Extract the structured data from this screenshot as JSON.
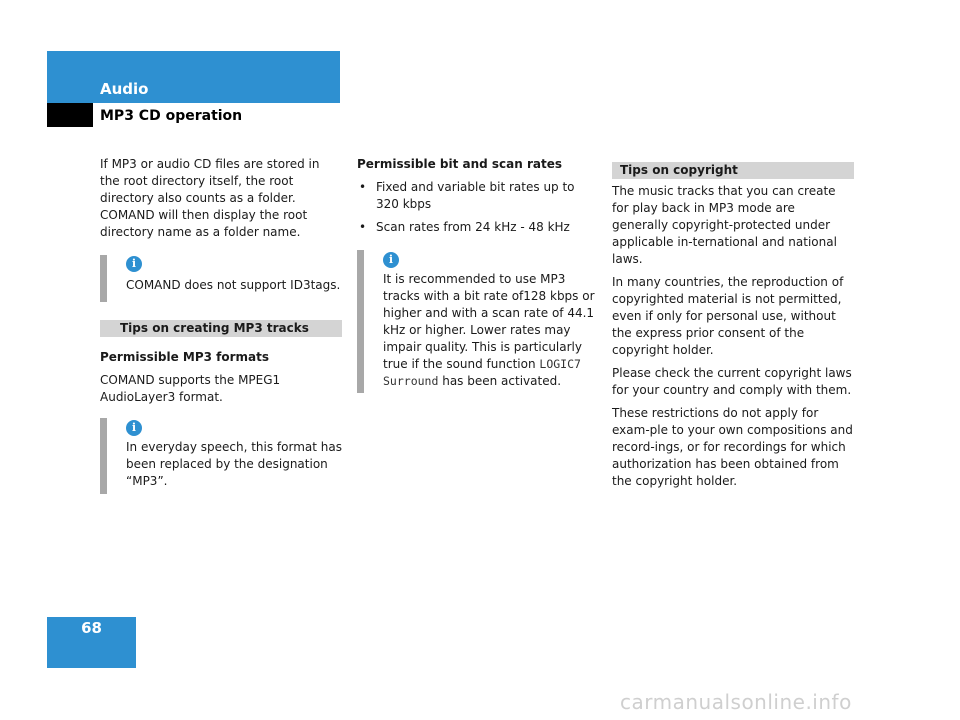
{
  "header": {
    "title": "Audio",
    "subtitle": "MP3 CD operation",
    "accent_color": "#2e90d1"
  },
  "col1": {
    "intro": "If MP3 or audio CD files are stored in the root directory itself, the root directory also counts as a folder. COMAND will then display the root directory name as a folder name.",
    "info1": "COMAND does not support ID3tags.",
    "bar_title": "Tips on creating MP3 tracks",
    "formats_heading": "Permissible MP3 formats",
    "formats_text": "COMAND supports the MPEG1 AudioLayer3 format.",
    "info2": "In everyday speech, this format has been replaced by the designation “MP3”."
  },
  "col2": {
    "heading": "Permissible bit and scan rates",
    "bullets": [
      "Fixed and variable bit rates up to 320 kbps",
      "Scan rates from 24 kHz - 48 kHz"
    ],
    "info_text_1": "It is recommended to use MP3 tracks with a bit rate of128 kbps or higher and with a scan rate of 44.1 kHz or higher. Lower rates may impair quality. This is particularly true if the sound function",
    "info_mono": "LOGIC7 Surround",
    "info_text_2": "has been activated."
  },
  "col3": {
    "bar_title": "Tips on copyright",
    "paragraphs": [
      "The music tracks that you can create for play back in MP3 mode are generally copyright-protected under applicable in-ternational and national laws.",
      "In many countries, the reproduction of copyrighted material is not permitted, even if only for personal use, without the express prior consent of the copyright holder.",
      "Please check the current copyright laws for your country and comply with them.",
      "These restrictions do not apply for exam-ple to your own compositions and record-ings, or for recordings for which authorization has been obtained from the copyright holder."
    ]
  },
  "page_number": "68",
  "watermark": "carmanualsonline.info",
  "info_icon_glyph": "i"
}
